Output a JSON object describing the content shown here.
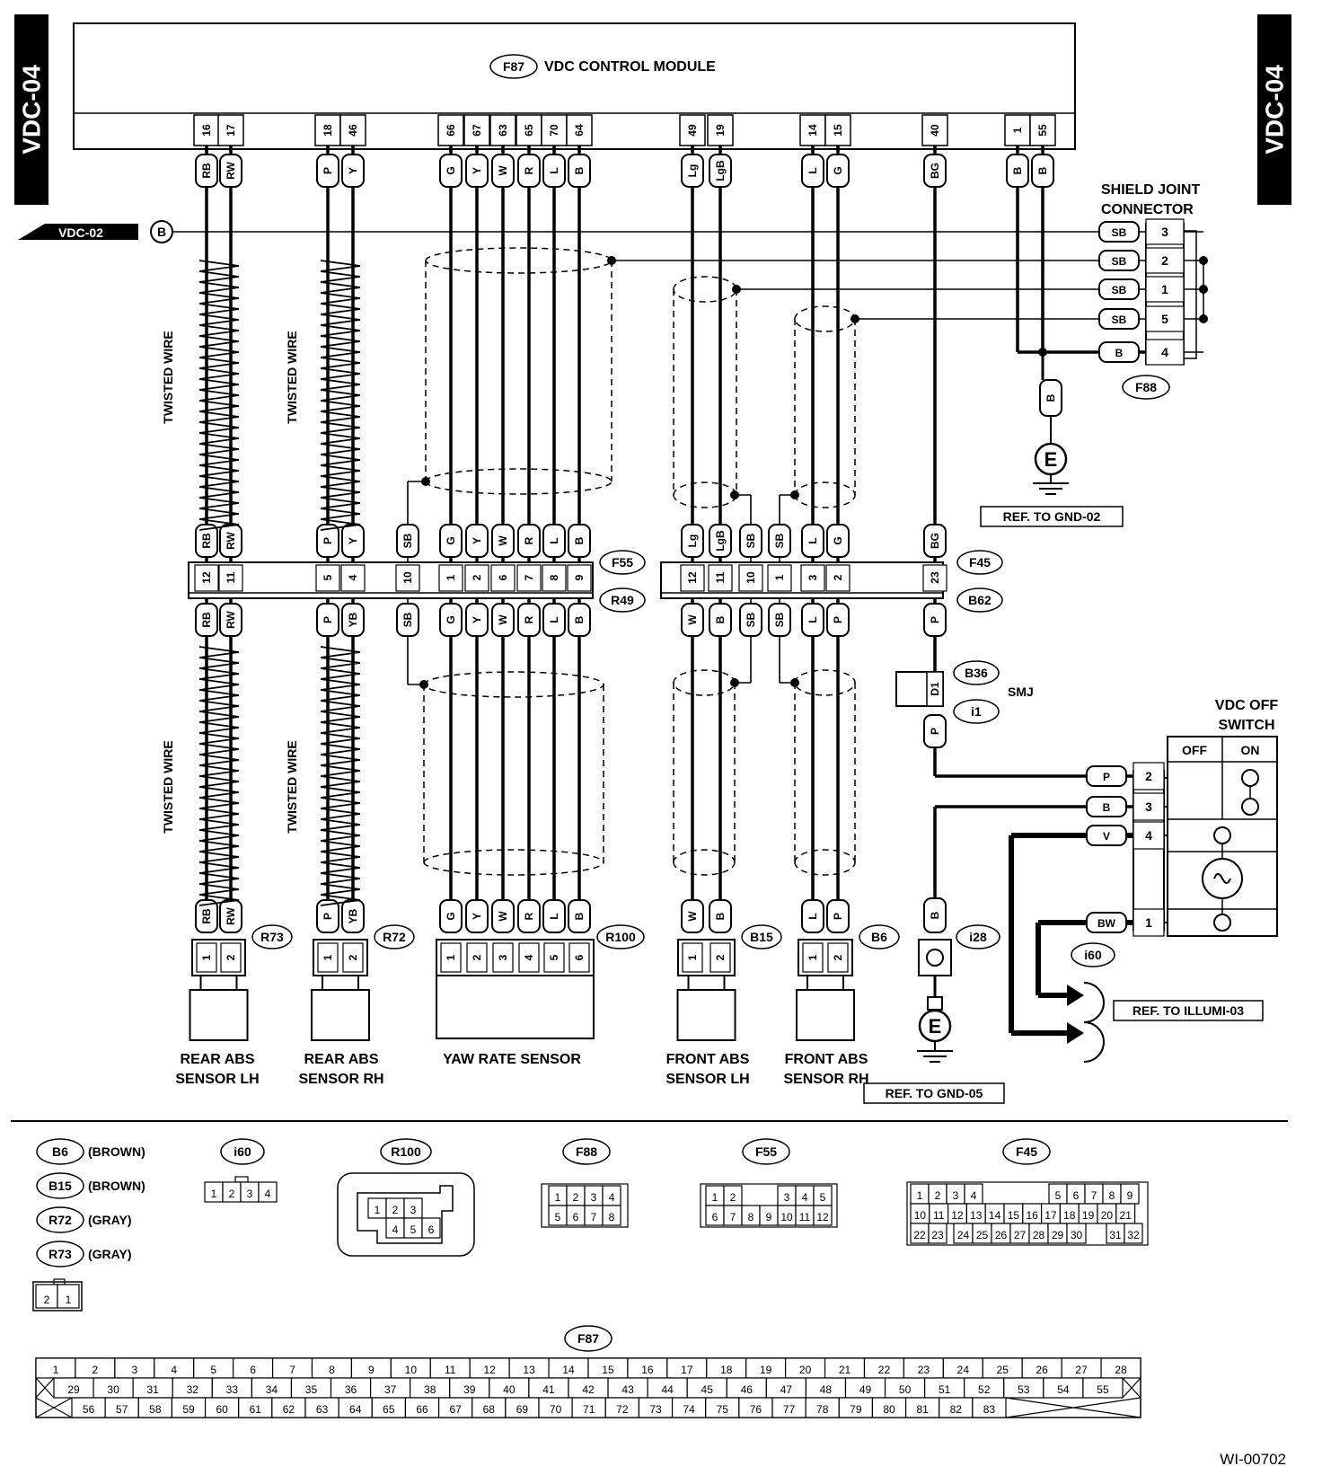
{
  "page_tag": "VDC-04",
  "module": {
    "id": "F87",
    "name": "VDC CONTROL MODULE"
  },
  "offpage_ref": {
    "page": "VDC-02",
    "letter": "B"
  },
  "module_pins": [
    {
      "pin": "16",
      "color": "RB"
    },
    {
      "pin": "17",
      "color": "RW"
    },
    {
      "pin": "18",
      "color": "P"
    },
    {
      "pin": "46",
      "color": "Y"
    },
    {
      "pin": "66",
      "color": "G"
    },
    {
      "pin": "67",
      "color": "Y"
    },
    {
      "pin": "63",
      "color": "W"
    },
    {
      "pin": "65",
      "color": "R"
    },
    {
      "pin": "70",
      "color": "L"
    },
    {
      "pin": "64",
      "color": "B"
    },
    {
      "pin": "49",
      "color": "Lg"
    },
    {
      "pin": "19",
      "color": "LgB"
    },
    {
      "pin": "14",
      "color": "L"
    },
    {
      "pin": "15",
      "color": "G"
    },
    {
      "pin": "40",
      "color": "BG"
    },
    {
      "pin": "1",
      "color": "B"
    },
    {
      "pin": "55",
      "color": "B"
    }
  ],
  "twisted_label": "TWISTED WIRE",
  "shield_joint": {
    "title_line1": "SHIELD JOINT",
    "title_line2": "CONNECTOR",
    "id": "F88",
    "rows": [
      {
        "color": "SB",
        "pin": "3"
      },
      {
        "color": "SB",
        "pin": "2"
      },
      {
        "color": "SB",
        "pin": "1"
      },
      {
        "color": "SB",
        "pin": "5"
      },
      {
        "color": "B",
        "pin": "4"
      }
    ],
    "ground_color": "B",
    "ground_ref": "REF. TO GND-02"
  },
  "junction": {
    "left_top_id": "F55",
    "left_bottom_id": "R49",
    "right_top_id": "F45",
    "right_bottom_id": "B62",
    "upper_colors": [
      "RB",
      "RW",
      "P",
      "Y",
      "SB",
      "G",
      "Y",
      "W",
      "R",
      "L",
      "B",
      "Lg",
      "LgB",
      "SB",
      "SB",
      "L",
      "G",
      "BG"
    ],
    "pins": [
      "12",
      "11",
      "5",
      "4",
      "10",
      "1",
      "2",
      "6",
      "7",
      "8",
      "9",
      "12",
      "11",
      "10",
      "1",
      "3",
      "2",
      "23"
    ],
    "lower_colors": [
      "RB",
      "RW",
      "P",
      "YB",
      "SB",
      "G",
      "Y",
      "W",
      "R",
      "L",
      "B",
      "W",
      "B",
      "SB",
      "SB",
      "L",
      "P",
      "P"
    ]
  },
  "smj": {
    "id_top": "B36",
    "pin": "D1",
    "id_bottom": "i1",
    "label": "SMJ",
    "color_below": "P"
  },
  "vdc_switch": {
    "title_line1": "VDC OFF",
    "title_line2": "SWITCH",
    "off_label": "OFF",
    "on_label": "ON",
    "rows": [
      {
        "color": "P",
        "pin": "2"
      },
      {
        "color": "B",
        "pin": "3"
      },
      {
        "color": "V",
        "pin": "4"
      },
      {
        "color": "BW",
        "pin": "1"
      }
    ],
    "illumi_id": "i60",
    "illumi_ref": "REF. TO ILLUMI-03"
  },
  "ground2": {
    "color": "B",
    "id": "i28",
    "ref": "REF. TO GND-05"
  },
  "sensors": [
    {
      "id": "R73",
      "colors": [
        "RB",
        "RW"
      ],
      "pins": [
        "1",
        "2"
      ],
      "name1": "REAR ABS",
      "name2": "SENSOR LH"
    },
    {
      "id": "R72",
      "colors": [
        "P",
        "YB"
      ],
      "pins": [
        "1",
        "2"
      ],
      "name1": "REAR ABS",
      "name2": "SENSOR RH"
    },
    {
      "id": "R100",
      "colors": [
        "G",
        "Y",
        "W",
        "R",
        "L",
        "B"
      ],
      "pins": [
        "1",
        "2",
        "3",
        "4",
        "5",
        "6"
      ],
      "name1": "YAW RATE SENSOR",
      "name2": ""
    },
    {
      "id": "B15",
      "colors": [
        "W",
        "B"
      ],
      "pins": [
        "1",
        "2"
      ],
      "name1": "FRONT ABS",
      "name2": "SENSOR LH"
    },
    {
      "id": "B6",
      "colors": [
        "L",
        "P"
      ],
      "pins": [
        "1",
        "2"
      ],
      "name1": "FRONT ABS",
      "name2": "SENSOR RH"
    }
  ],
  "legend": {
    "color_ids": [
      {
        "id": "B6",
        "color": "(BROWN)"
      },
      {
        "id": "B15",
        "color": "(BROWN)"
      },
      {
        "id": "R72",
        "color": "(GRAY)"
      },
      {
        "id": "R73",
        "color": "(GRAY)"
      }
    ],
    "two_pin_face": [
      "2",
      "1"
    ],
    "i60": {
      "id": "i60",
      "pins": [
        "1",
        "2",
        "3",
        "4"
      ]
    },
    "R100": {
      "id": "R100",
      "row1": [
        "1",
        "2",
        "3"
      ],
      "row2": [
        "4",
        "5",
        "6"
      ]
    },
    "F88": {
      "id": "F88",
      "row1": [
        "1",
        "2",
        "3",
        "4"
      ],
      "row2": [
        "5",
        "6",
        "7",
        "8"
      ]
    },
    "F55": {
      "id": "F55",
      "row1": [
        "1",
        "2",
        "3",
        "4",
        "5"
      ],
      "row2": [
        "6",
        "7",
        "8",
        "9",
        "10",
        "11",
        "12"
      ]
    },
    "F45": {
      "id": "F45",
      "row1": [
        "1",
        "2",
        "3",
        "4",
        "5",
        "6",
        "7",
        "8",
        "9"
      ],
      "row2": [
        "10",
        "11",
        "12",
        "13",
        "14",
        "15",
        "16",
        "17",
        "18",
        "19",
        "20",
        "21"
      ],
      "row3": [
        "22",
        "23",
        "24",
        "25",
        "26",
        "27",
        "28",
        "29",
        "30",
        "31",
        "32"
      ]
    },
    "F87": {
      "id": "F87",
      "row1": [
        "1",
        "2",
        "3",
        "4",
        "5",
        "6",
        "7",
        "8",
        "9",
        "10",
        "11",
        "12",
        "13",
        "14",
        "15",
        "16",
        "17",
        "18",
        "19",
        "20",
        "21",
        "22",
        "23",
        "24",
        "25",
        "26",
        "27",
        "28"
      ],
      "row2": [
        "29",
        "30",
        "31",
        "32",
        "33",
        "34",
        "35",
        "36",
        "37",
        "38",
        "39",
        "40",
        "41",
        "42",
        "43",
        "44",
        "45",
        "46",
        "47",
        "48",
        "49",
        "50",
        "51",
        "52",
        "53",
        "54",
        "55"
      ],
      "row3": [
        "56",
        "57",
        "58",
        "59",
        "60",
        "61",
        "62",
        "63",
        "64",
        "65",
        "66",
        "67",
        "68",
        "69",
        "70",
        "71",
        "72",
        "73",
        "74",
        "75",
        "76",
        "77",
        "78",
        "79",
        "80",
        "81",
        "82",
        "83"
      ]
    }
  },
  "figure_id": "WI-00702"
}
